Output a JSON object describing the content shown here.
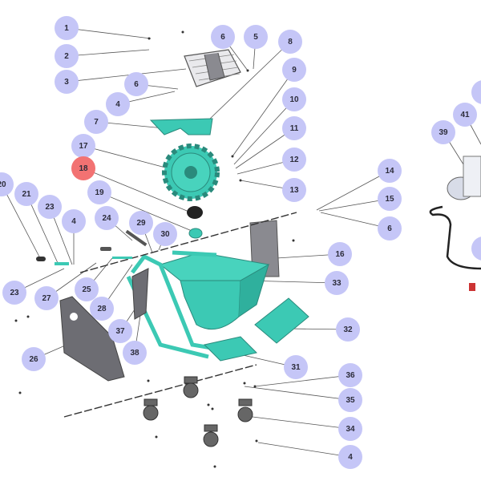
{
  "diagram": {
    "callouts": [
      "1",
      "2",
      "3",
      "6",
      "4",
      "6",
      "5",
      "8",
      "9",
      "10",
      "11",
      "12",
      "13",
      "7",
      "17",
      "18",
      "19",
      "20",
      "21",
      "23",
      "4",
      "24",
      "29",
      "30",
      "14",
      "15",
      "6",
      "16",
      "33",
      "32",
      "23",
      "27",
      "25",
      "28",
      "37",
      "38",
      "26",
      "31",
      "36",
      "35",
      "34",
      "4",
      "39",
      "41"
    ],
    "highlighted": "18",
    "colors": {
      "part_teal": "#3cc9b4",
      "part_grey": "#6d6d73",
      "callout": "#c5c6f7",
      "highlight": "#f27272"
    }
  }
}
